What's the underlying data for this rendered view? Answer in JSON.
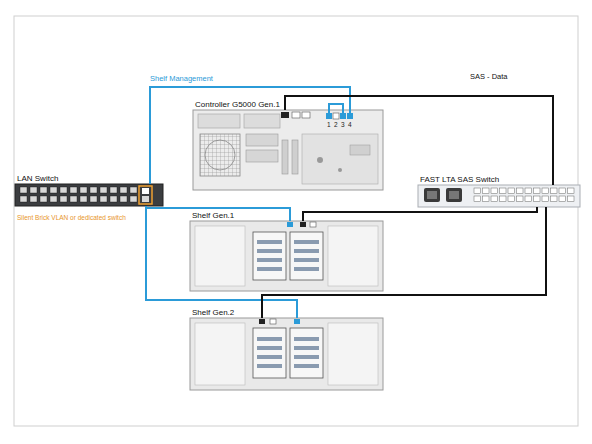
{
  "diagram": {
    "nodes": [
      {
        "text": [
          "Controller G5000 Gen.1"
        ]
      },
      {
        "text": [
          "LAN Switch"
        ]
      },
      {
        "text": [
          "FAST LTA SAS Switch"
        ]
      },
      {
        "text": [
          "Shelf Gen.1"
        ]
      },
      {
        "text": [
          "Shelf Gen.2"
        ]
      }
    ],
    "edges": [
      {
        "from": 1,
        "to": 0,
        "arrow": "none",
        "label": "Shelf Management"
      },
      {
        "from": 1,
        "to": 3,
        "arrow": "none"
      },
      {
        "from": 1,
        "to": 4,
        "arrow": "none"
      },
      {
        "from": 0,
        "to": 2,
        "arrow": "none"
      },
      {
        "from": 3,
        "to": 2,
        "arrow": "none"
      },
      {
        "from": 4,
        "to": 2,
        "arrow": "none"
      }
    ],
    "labels": [
      "SAS - Data",
      "1",
      "2",
      "3",
      "4",
      "Silent Brick VLAN or dedicated switch"
    ]
  }
}
